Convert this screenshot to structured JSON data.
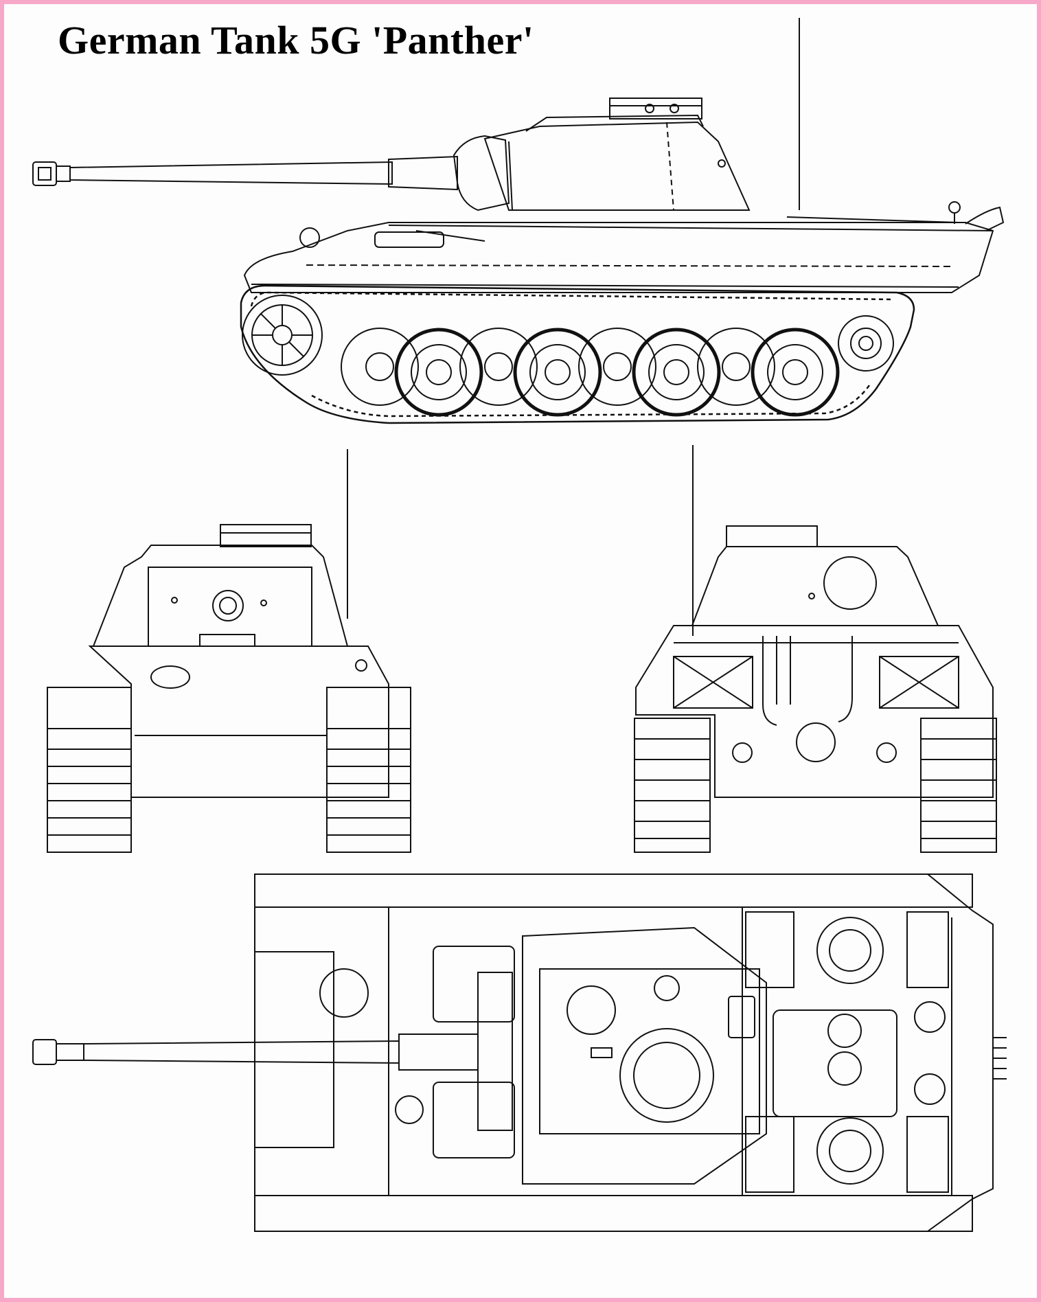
{
  "title": "German Tank 5G 'Panther'",
  "colors": {
    "frame_border": "#f7a8c8",
    "line": "#111111",
    "paper": "#fdfdfd"
  },
  "views": [
    {
      "name": "side-elevation"
    },
    {
      "name": "front-elevation"
    },
    {
      "name": "rear-elevation"
    },
    {
      "name": "top-plan"
    }
  ]
}
